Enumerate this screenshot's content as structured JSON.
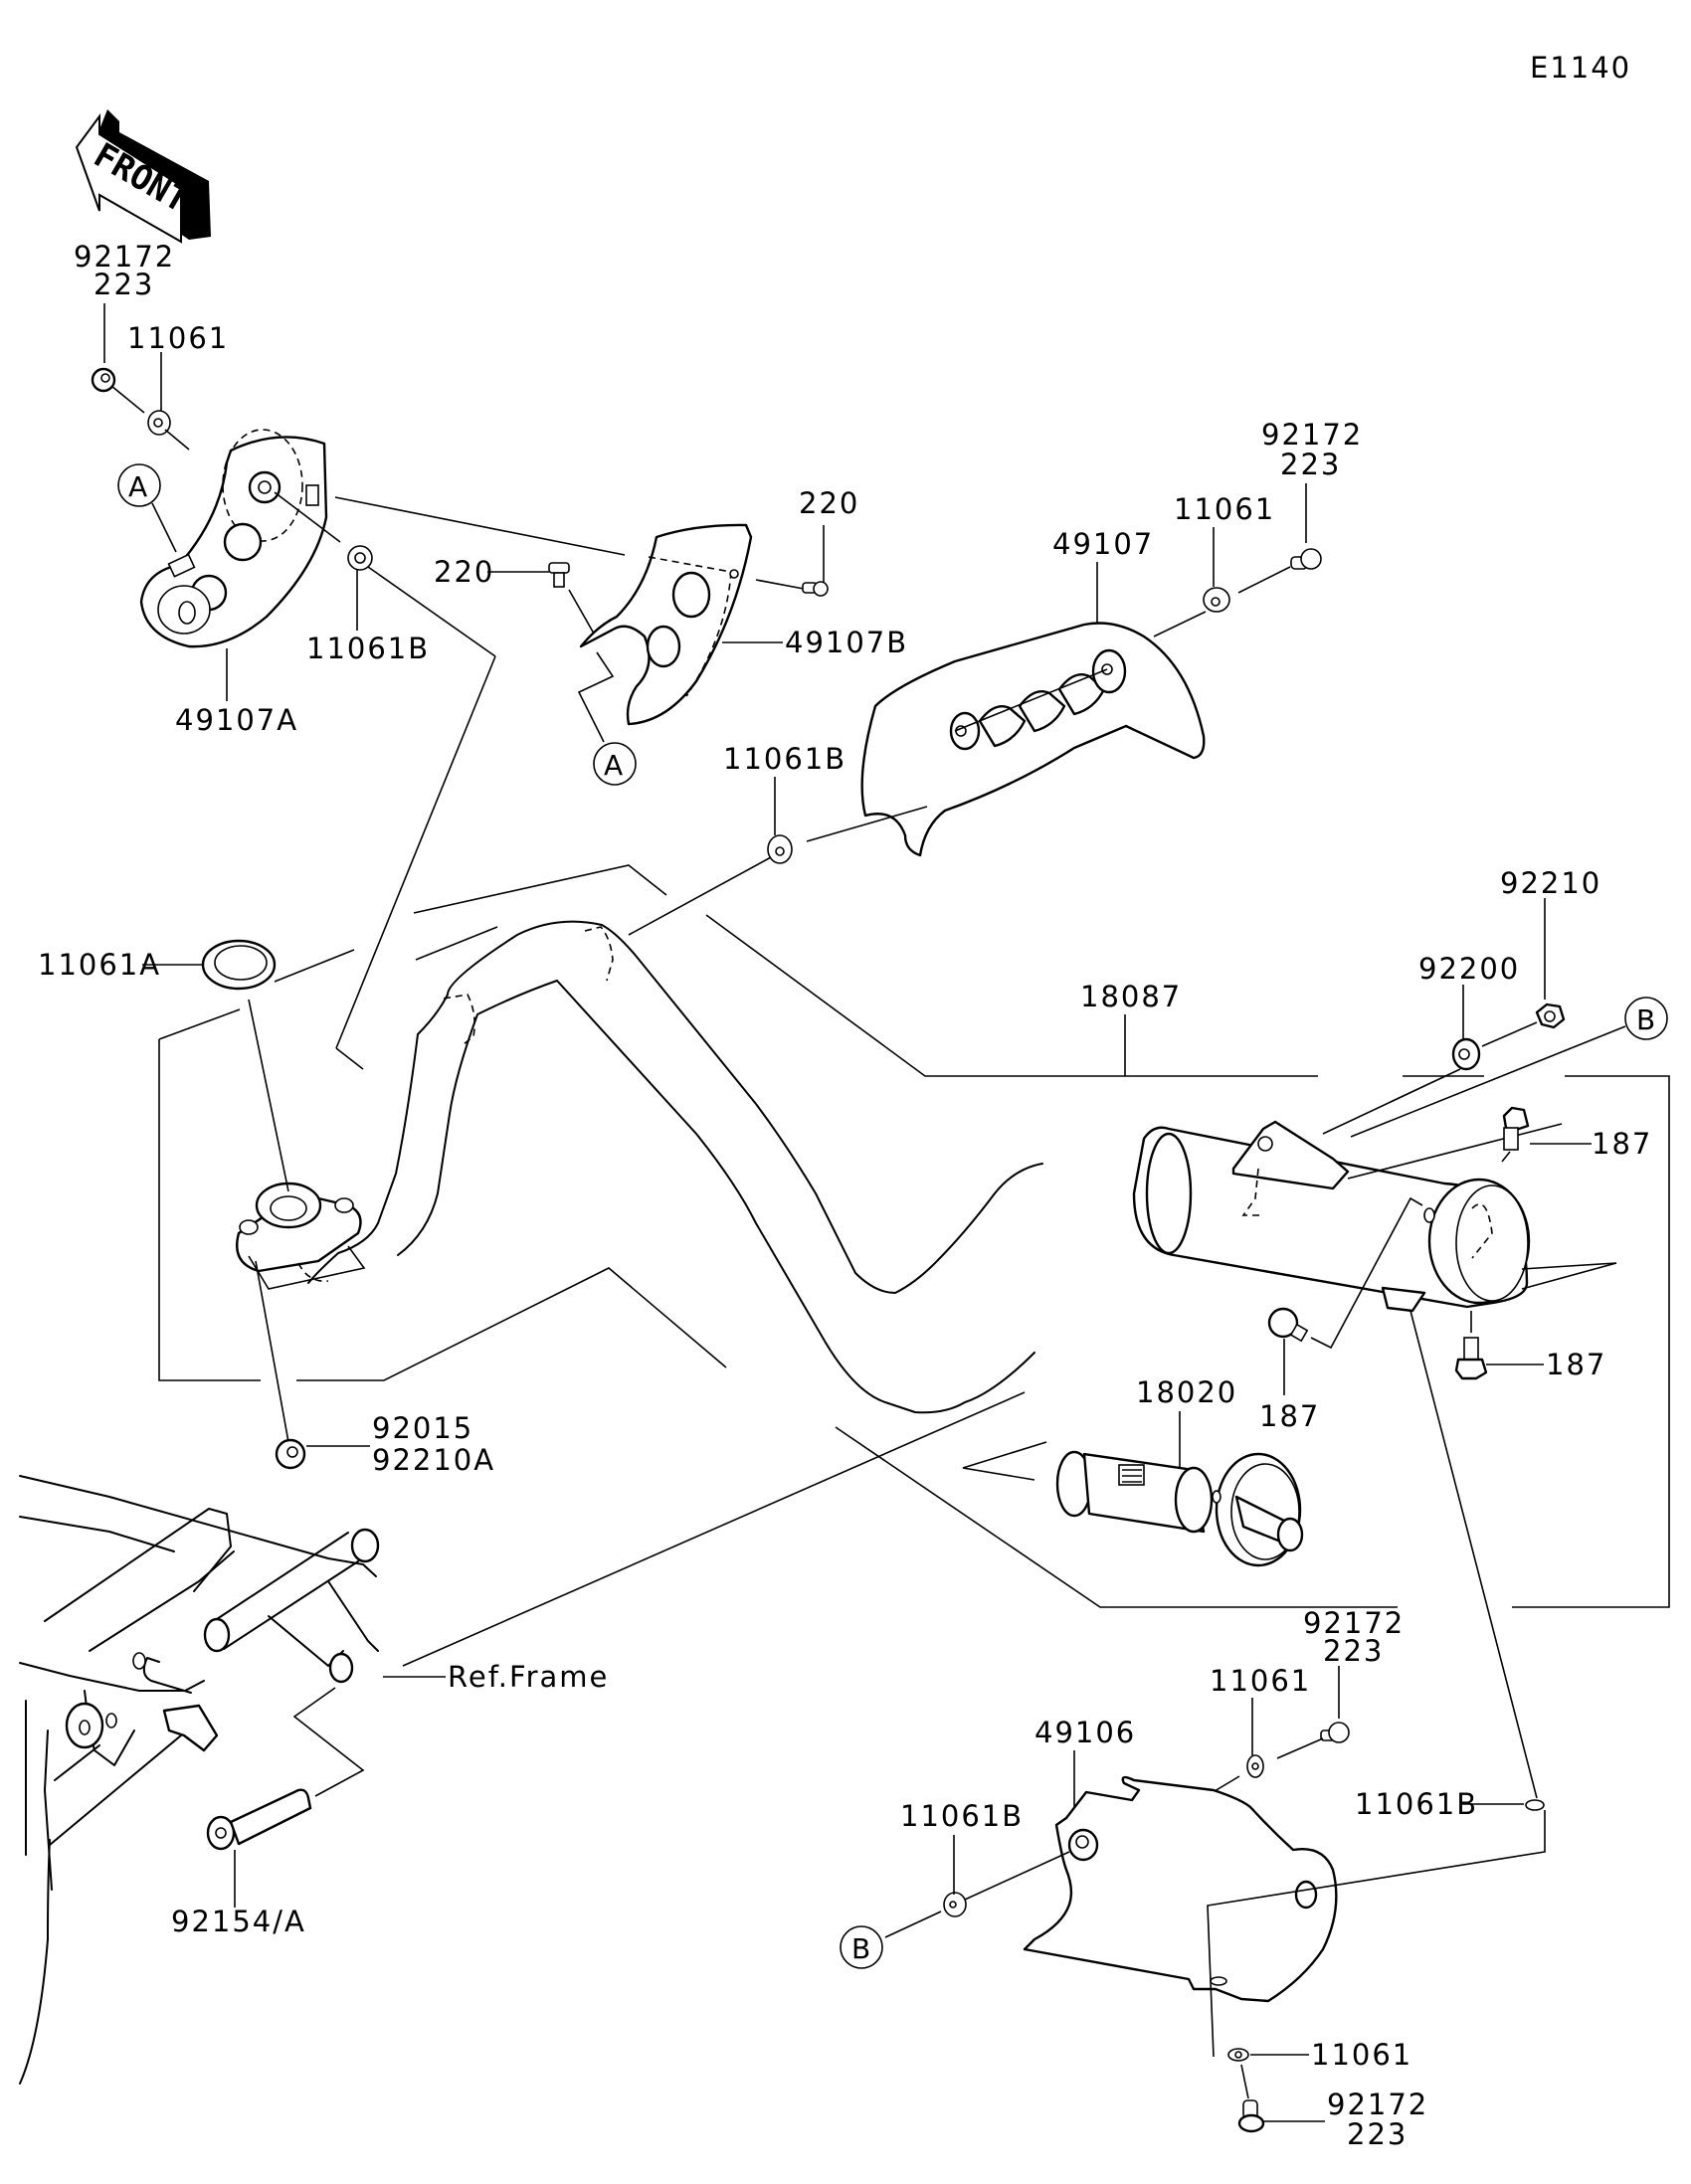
{
  "diagram": {
    "code": "E1140",
    "front_arrow_label": "FRONT",
    "callouts": {
      "A": "A",
      "B": "B"
    },
    "labels": {
      "bolt_92172_tl": [
        "92172",
        "223"
      ],
      "washer_11061_tl": "11061",
      "guard_49107A": "49107A",
      "washer_11061B_a": "11061B",
      "screw_220_left": "220",
      "screw_220_right": "220",
      "guard_49107B": "49107B",
      "guard_49107": "49107",
      "washer_11061_tr": "11061",
      "bolt_92172_tr": [
        "92172",
        "223"
      ],
      "washer_11061B_b": "11061B",
      "gasket_11061A": "11061A",
      "muffler_18087": "18087",
      "washer_92200": "92200",
      "nut_92210": "92210",
      "bolt_187_top": "187",
      "bolt_187_right": "187",
      "bolt_187_left": "187",
      "arrester_18020": "18020",
      "nut_92015": [
        "92015",
        "92210A"
      ],
      "ref_frame": "Ref.Frame",
      "bolt_92154A": "92154/A",
      "bolt_92172_br": [
        "92172",
        "223"
      ],
      "washer_11061_br": "11061",
      "guard_49106": "49106",
      "washer_11061B_c": "11061B",
      "washer_11061B_d": "11061B",
      "washer_11061_bottom": "11061",
      "bolt_92172_bottom": [
        "92172",
        "223"
      ]
    }
  }
}
